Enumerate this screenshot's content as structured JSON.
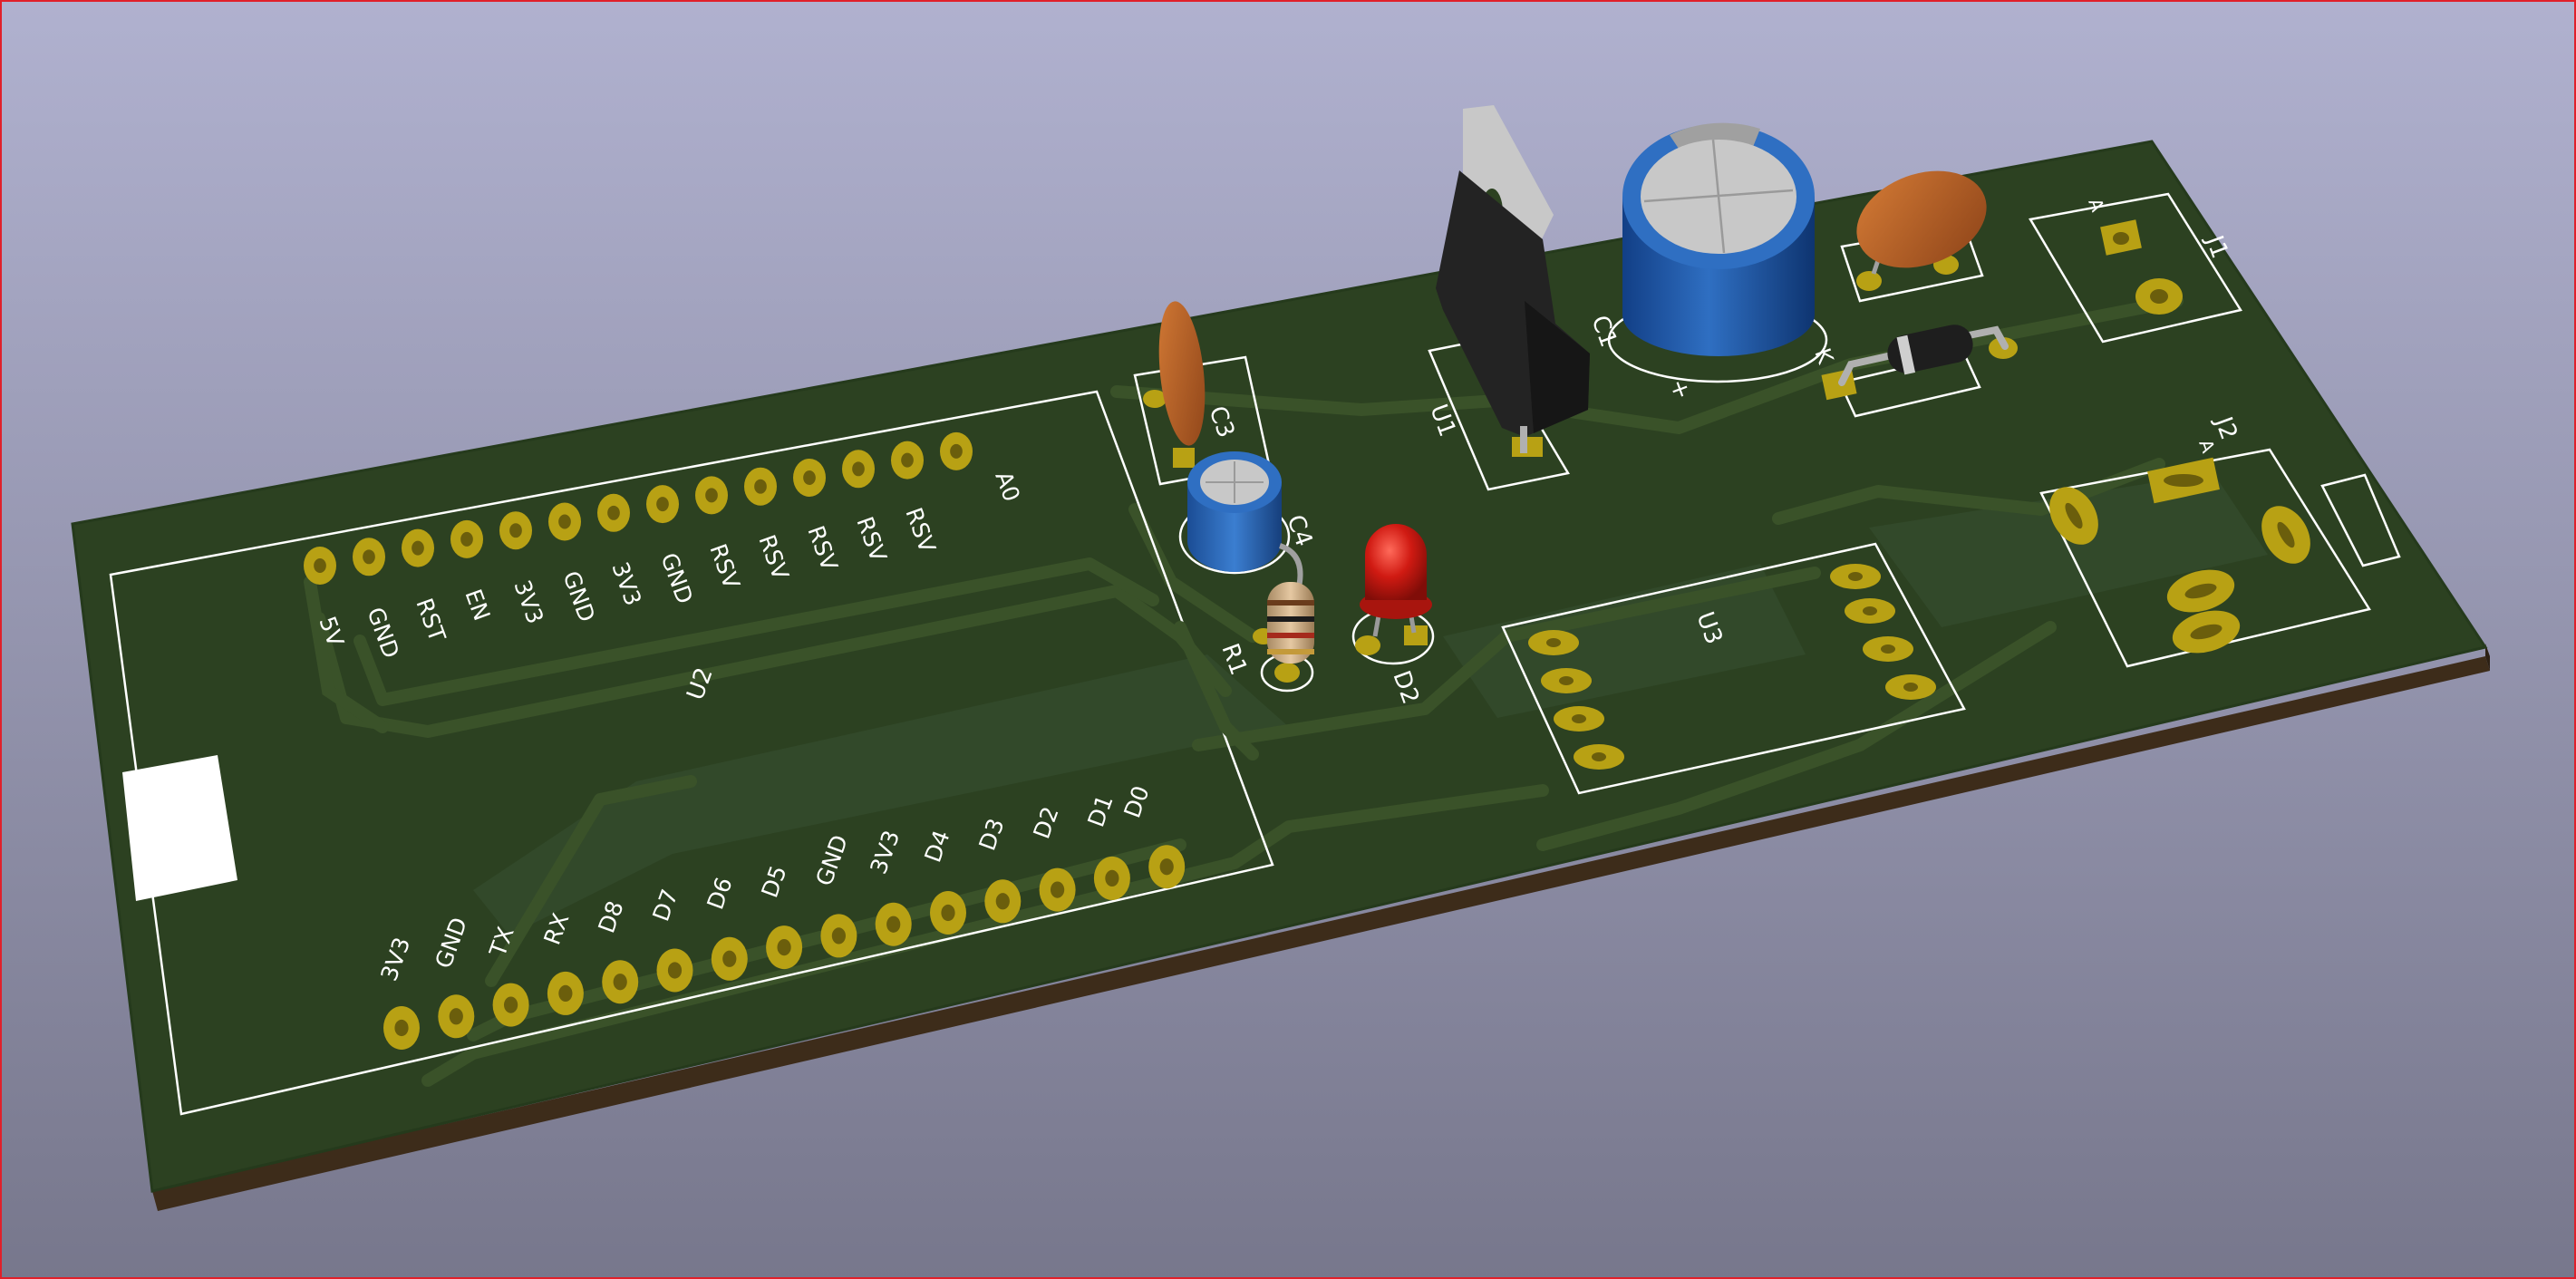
{
  "board": {
    "u2_header_top_pins": [
      "5V",
      "GND",
      "RST",
      "EN",
      "3V3",
      "GND",
      "3V3",
      "GND",
      "RSV",
      "RSV",
      "RSV",
      "RSV",
      "RSV",
      "A0"
    ],
    "u2_header_bottom_pins": [
      "3V3",
      "GND",
      "TX",
      "RX",
      "D8",
      "D7",
      "D6",
      "D5",
      "GND",
      "3V3",
      "D4",
      "D3",
      "D2",
      "D1",
      "D0"
    ],
    "references": {
      "u2": "U2",
      "u1": "U1",
      "u3": "U3",
      "c1": "C1",
      "c3": "C3",
      "c4": "C4",
      "r1": "R1",
      "d2": "D2",
      "j1": "J1",
      "j2": "J2",
      "diode_mark": "K",
      "cap_plus": "+",
      "j1_pin_mark": "A",
      "j2_pin_mark": "A"
    }
  },
  "colors": {
    "background_top": "#b0b1cf",
    "background_bottom": "#77778c",
    "board": "#2c4121",
    "board_edge": "#3d2c1a",
    "trace": "#3a5229",
    "pad": "#b8a114",
    "silkscreen": "#ffffff",
    "viewport_border": "#e0202a"
  }
}
